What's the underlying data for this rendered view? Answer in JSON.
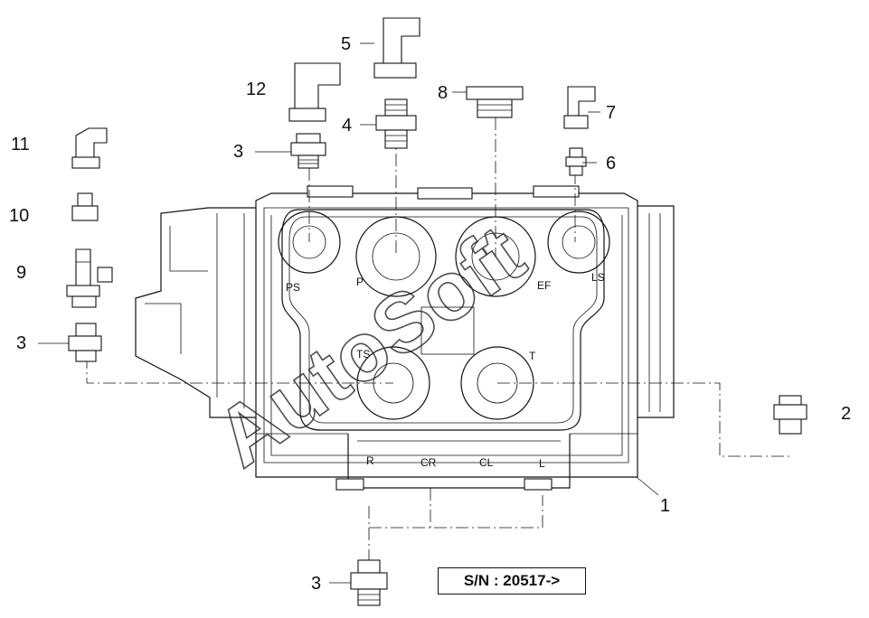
{
  "callouts": {
    "c1": "1",
    "c2": "2",
    "c3_top": "3",
    "c3_left": "3",
    "c3_bottom": "3",
    "c4": "4",
    "c5": "5",
    "c6": "6",
    "c7": "7",
    "c8": "8",
    "c9": "9",
    "c10": "10",
    "c11": "11",
    "c12": "12"
  },
  "ports": {
    "ps": "PS",
    "p": "P",
    "ef": "EF",
    "ls": "LS",
    "ts": "TS",
    "t": "T",
    "r": "R",
    "cr": "CR",
    "cl": "CL",
    "l": "L"
  },
  "serial_label": "S/N : 20517->",
  "watermark": "AutoSoft",
  "colors": {
    "line": "#111111",
    "background": "#ffffff"
  }
}
